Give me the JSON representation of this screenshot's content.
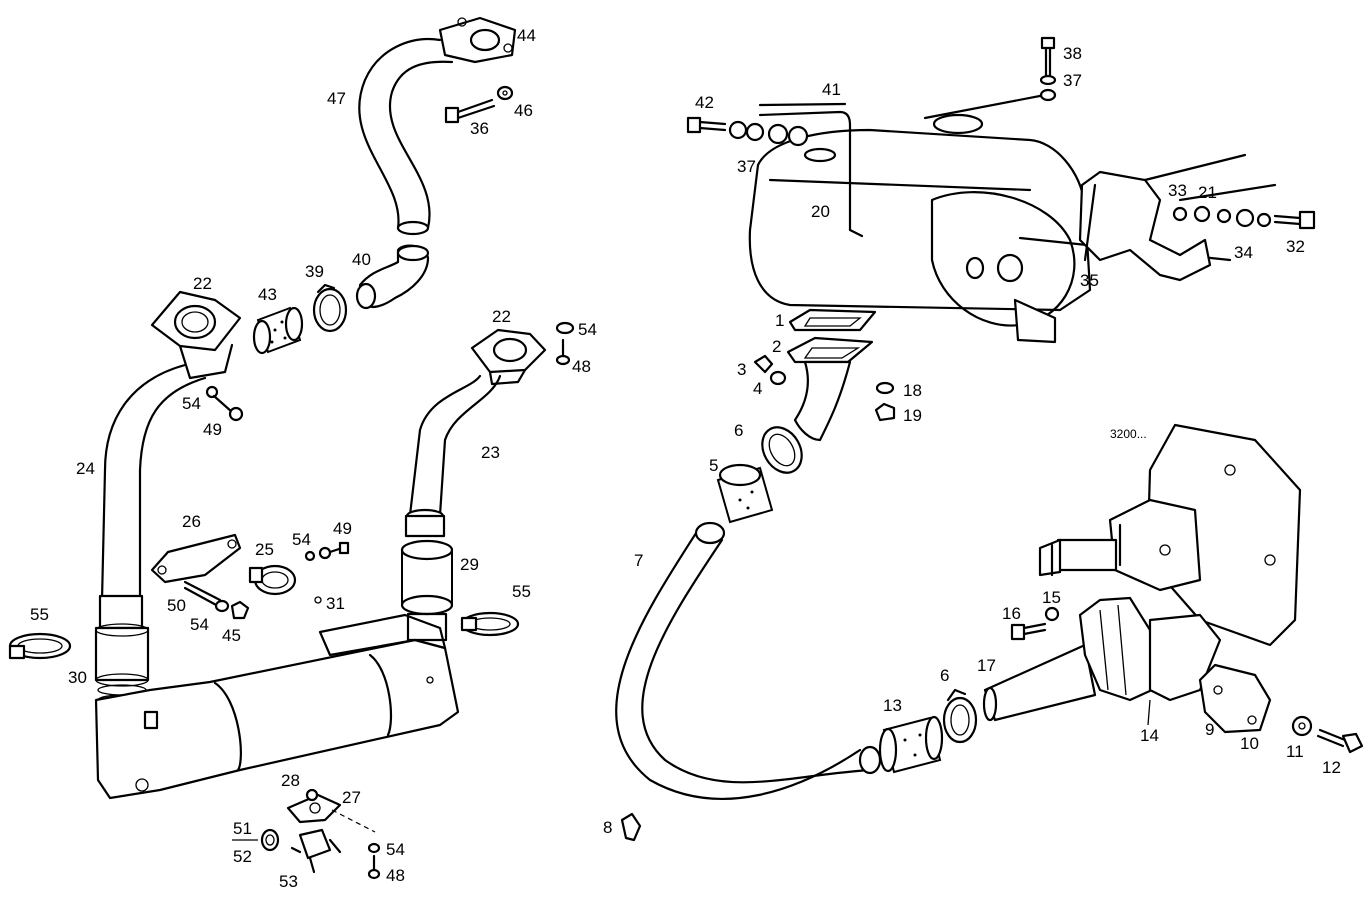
{
  "diagram": {
    "serial_note": "3200...",
    "labels": {
      "l1": "1",
      "l2": "2",
      "l3": "3",
      "l4": "4",
      "l5": "5",
      "l6a": "6",
      "l6b": "6",
      "l7": "7",
      "l8": "8",
      "l9": "9",
      "l10": "10",
      "l11": "11",
      "l12": "12",
      "l13": "13",
      "l14": "14",
      "l15": "15",
      "l16": "16",
      "l17": "17",
      "l18": "18",
      "l19": "19",
      "l20": "20",
      "l21": "21",
      "l22a": "22",
      "l22b": "22",
      "l23": "23",
      "l24": "24",
      "l25": "25",
      "l26": "26",
      "l27": "27",
      "l28": "28",
      "l29": "29",
      "l30": "30",
      "l31": "31",
      "l32": "32",
      "l33": "33",
      "l34": "34",
      "l35": "35",
      "l36": "36",
      "l37a": "37",
      "l37b": "37",
      "l38": "38",
      "l39": "39",
      "l40": "40",
      "l41": "41",
      "l42": "42",
      "l43": "43",
      "l44": "44",
      "l45": "45",
      "l46": "46",
      "l47": "47",
      "l48a": "48",
      "l48b": "48",
      "l49a": "49",
      "l49b": "49",
      "l50": "50",
      "l51": "51",
      "l52": "52",
      "l53": "53",
      "l54a": "54",
      "l54b": "54",
      "l54c": "54",
      "l54d": "54",
      "l54e": "54",
      "l55a": "55",
      "l55b": "55"
    }
  }
}
